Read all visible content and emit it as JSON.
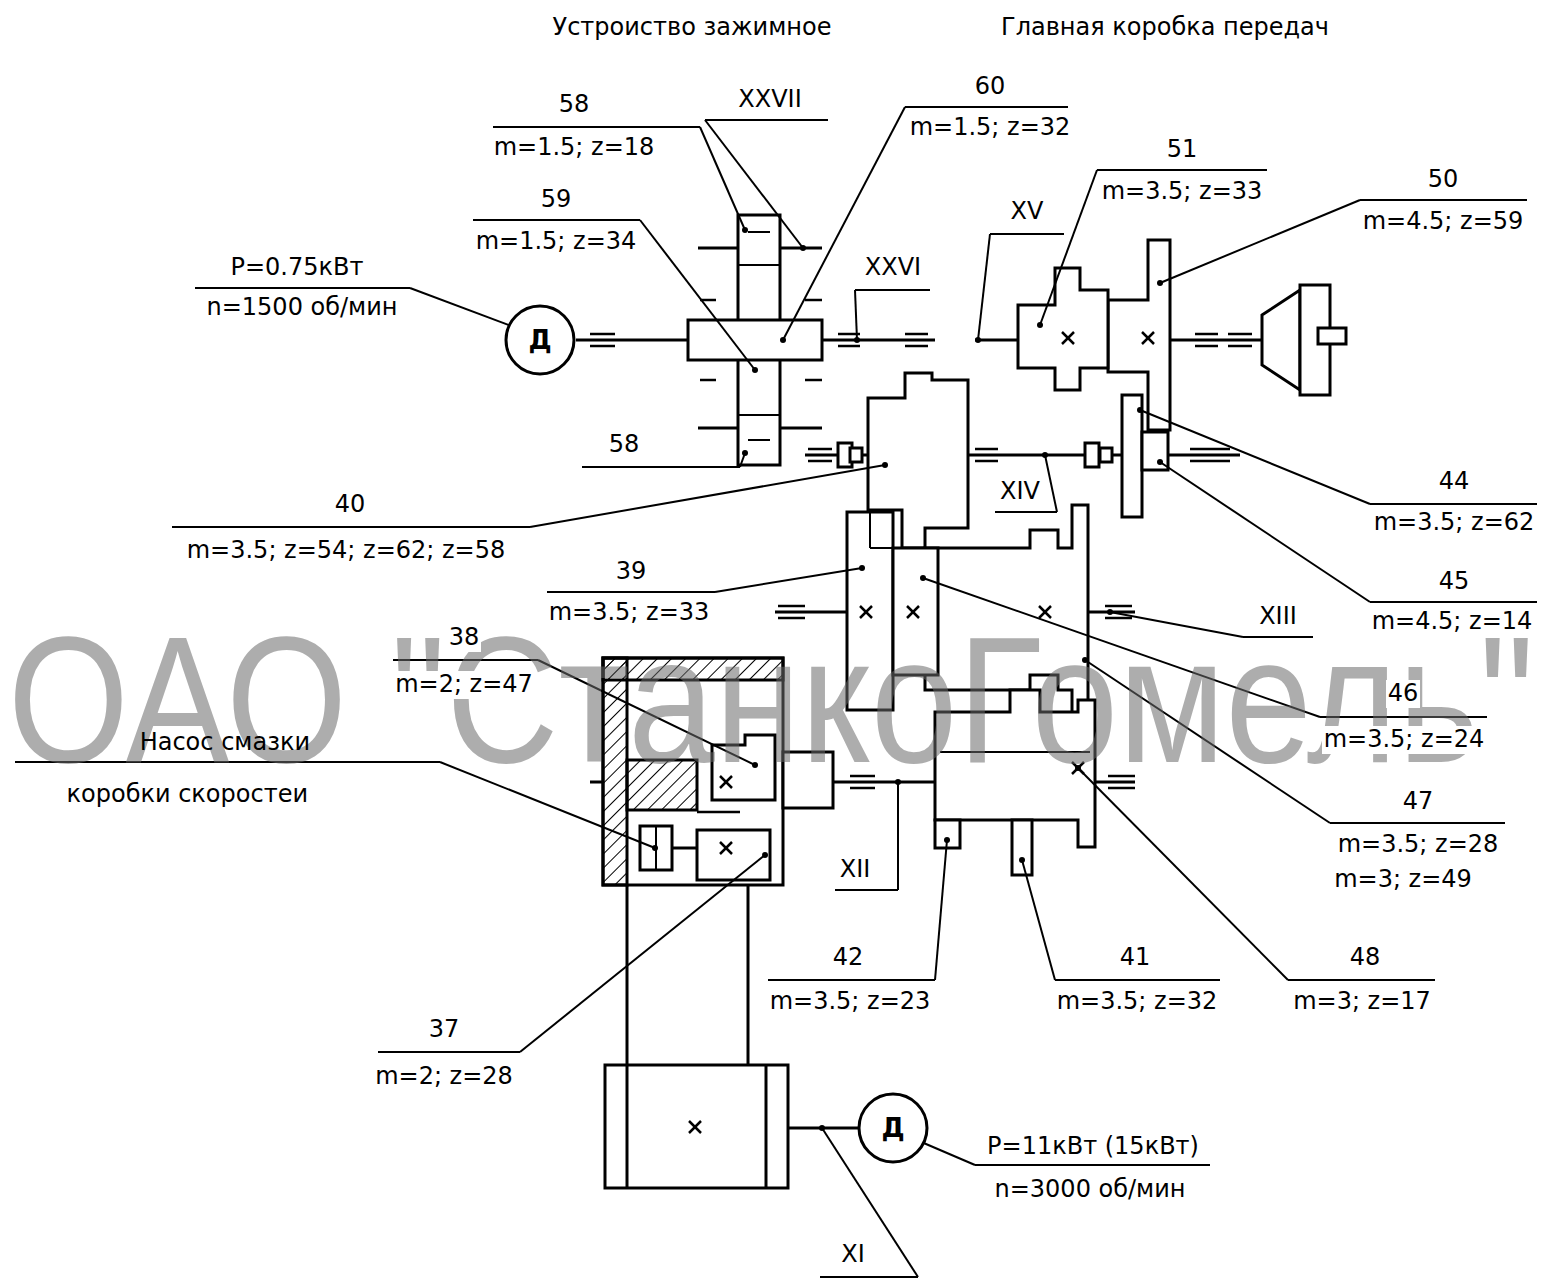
{
  "diagram": {
    "nodes": [
      {
        "text": [
          "Д"
        ]
      },
      {
        "text": [
          "Д"
        ]
      }
    ],
    "labels": [
      "Устроиство зажимное",
      "Главная коробка передач",
      "58",
      "m=1.5; z=18",
      "XXVII",
      "60",
      "m=1.5; z=32",
      "51",
      "m=3.5; z=33",
      "50",
      "m=4.5; z=59",
      "59",
      "m=1.5; z=34",
      "P=0.75кВт",
      "n=1500 об/мин",
      "XXVI",
      "XV",
      "58",
      "40",
      "m=3.5; z=54; z=62; z=58",
      "44",
      "m=3.5; z=62",
      "XIV",
      "39",
      "m=3.5; z=33",
      "XIII",
      "45",
      "m=4.5; z=14",
      "ОАО \"СтанкоГомель\"",
      "38",
      "m=2; z=47",
      "46",
      "m=3.5; z=24",
      "Насос смазки коробки скоростеи",
      "47",
      "m=3.5; z=28",
      "m=3; z=49",
      "XII",
      "42",
      "m=3.5; z=23",
      "41",
      "m=3.5; z=32",
      "48",
      "m=3; z=17",
      "37",
      "m=2; z=28",
      "P=11кВт (15кВт)",
      "n=3000 об/мин",
      "XI"
    ]
  }
}
